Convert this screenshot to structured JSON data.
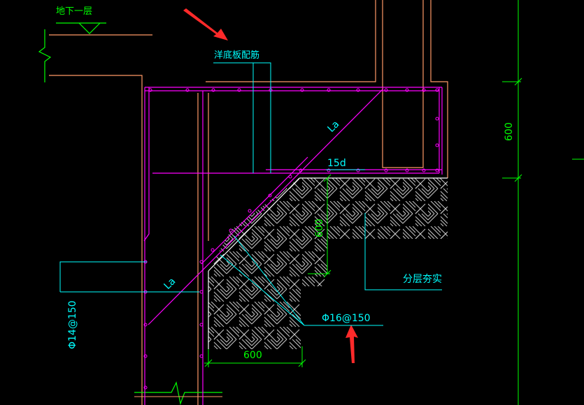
{
  "colors": {
    "background": "#000000",
    "magenta": "#ff00ff",
    "cyan": "#00ffff",
    "green": "#00ff00",
    "orange": "#ff9966",
    "white": "#ffffff",
    "hatch": "#c8c8c8",
    "arrow_red": "#ff2a2a"
  },
  "labels": {
    "level_label": "地下一层",
    "slab_rebar_label": "洋底板配筋",
    "la_upper": "La",
    "la_lower": "La",
    "dim_15d": "15d",
    "dim_600_right": "600",
    "dim_600_middle": "600",
    "dim_600_bottom": "600",
    "rebar_phi16": "Φ16@150",
    "rebar_phi14": "Φ14@150",
    "compaction_note": "分层夯实"
  },
  "icons": {
    "elevation_marker": "elevation-triangle-icon",
    "break_line": "break-line-icon",
    "annotation_arrow": "red-arrow-icon"
  }
}
